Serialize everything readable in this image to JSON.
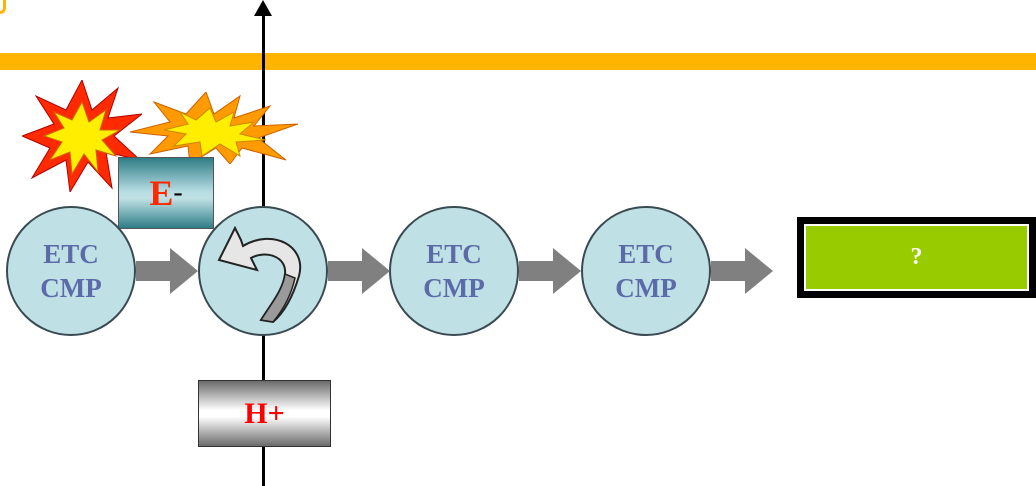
{
  "colors": {
    "bar": "#ffb400",
    "node_fill": "#bfe0e5",
    "node_text": "#5b6aa8",
    "arrow": "#808080",
    "e_label": "#ff2a00",
    "h_label": "#ff0000",
    "result_fill": "#99cc00"
  },
  "electron_carrier": {
    "label_main": "E",
    "label_sign": "-"
  },
  "proton_carrier": {
    "label_main": "H",
    "label_sign": "+"
  },
  "nodes": [
    {
      "line1": "ETC",
      "line2": "CMP"
    },
    {
      "icon": "curved-arrow-icon"
    },
    {
      "line1": "ETC",
      "line2": "CMP"
    },
    {
      "line1": "ETC",
      "line2": "CMP"
    }
  ],
  "result": {
    "label": "?"
  }
}
